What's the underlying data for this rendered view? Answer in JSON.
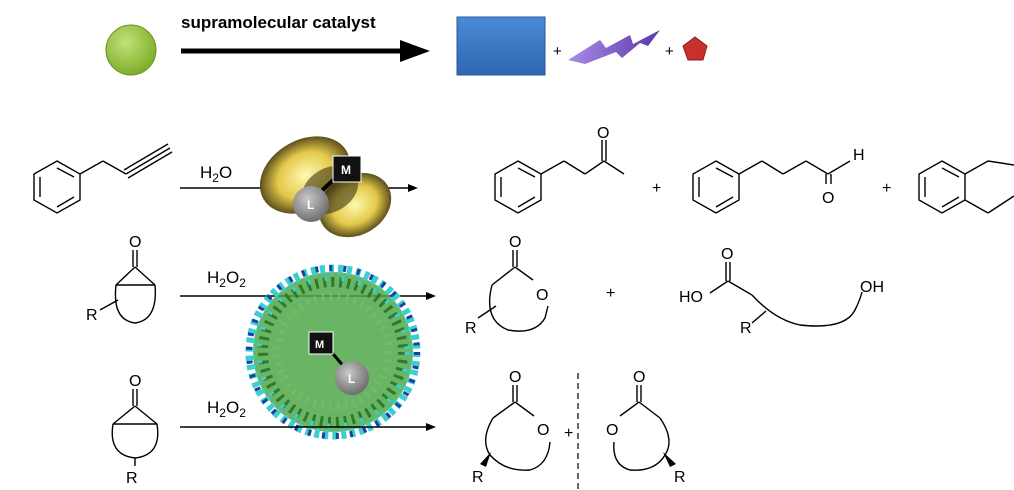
{
  "scheme": {
    "catalyst_label": "supramolecular catalyst",
    "plus": "+",
    "colors": {
      "substrate": "#8fbf35",
      "product_main": "#3a78c8",
      "product_side": "#7a4fc9",
      "product_minor": "#c8302c"
    }
  },
  "row1": {
    "reagent": "H",
    "reagent_sub": "2",
    "reagent_tail": "O",
    "metal": "M",
    "ligand": "L",
    "ketone_o": "O",
    "aldehyde_o": "O",
    "aldehyde_h": "H",
    "plus": "+"
  },
  "row2": {
    "reagent": "H",
    "reagent_sub": "2",
    "reagent_mid": "O",
    "reagent_sub2": "2",
    "metal": "M",
    "ligand": "L",
    "substrate_o": "O",
    "substrate_r": "R",
    "lactone_carbonyl_o": "O",
    "lactone_ring_o": "O",
    "lactone_r": "R",
    "acid_ho": "HO",
    "acid_o": "O",
    "acid_r": "R",
    "acid_oh": "OH",
    "plus": "+"
  },
  "row3": {
    "reagent": "H",
    "reagent_sub": "2",
    "reagent_mid": "O",
    "reagent_sub2": "2",
    "substrate_o": "O",
    "substrate_r": "R",
    "lactone_a_carbonyl_o": "O",
    "lactone_a_ring_o": "O",
    "lactone_a_r": "R",
    "lactone_b_carbonyl_o": "O",
    "lactone_b_ring_o": "O",
    "lactone_b_r": "R",
    "plus": "+"
  }
}
